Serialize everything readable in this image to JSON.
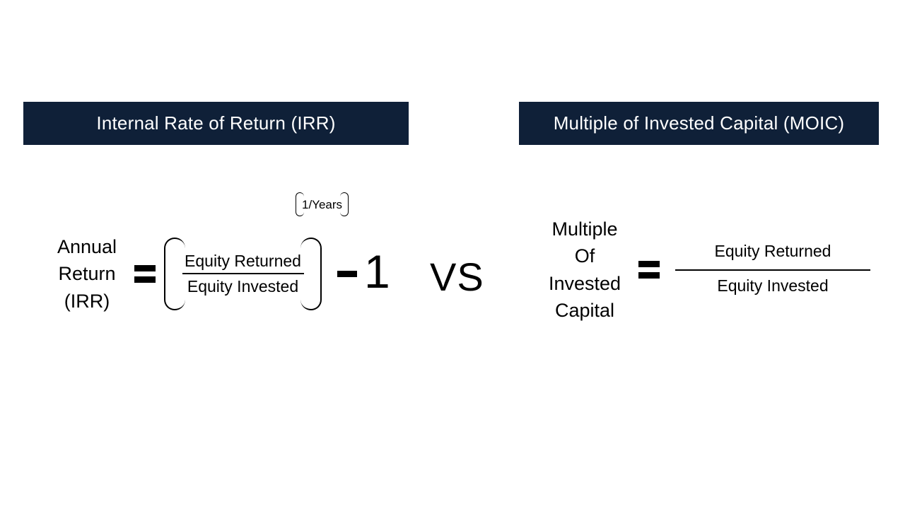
{
  "page": {
    "background_color": "#ffffff",
    "banner_color": "#0f2038",
    "text_color": "#000000",
    "banner_text_color": "#ffffff"
  },
  "banners": {
    "irr": "Internal Rate of Return (IRR)",
    "moic": "Multiple of Invested Capital (MOIC)"
  },
  "comparison_separator": "VS",
  "irr_formula": {
    "lhs_lines": [
      "Annual",
      "Return",
      "(IRR)"
    ],
    "equals": "=",
    "numerator": "Equity Returned",
    "denominator": "Equity Invested",
    "exponent": "1/Years",
    "minus": "-",
    "constant": "1"
  },
  "moic_formula": {
    "lhs_lines": [
      "Multiple",
      "Of",
      "Invested",
      "Capital"
    ],
    "equals": "=",
    "numerator": "Equity Returned",
    "denominator": "Equity Invested"
  }
}
